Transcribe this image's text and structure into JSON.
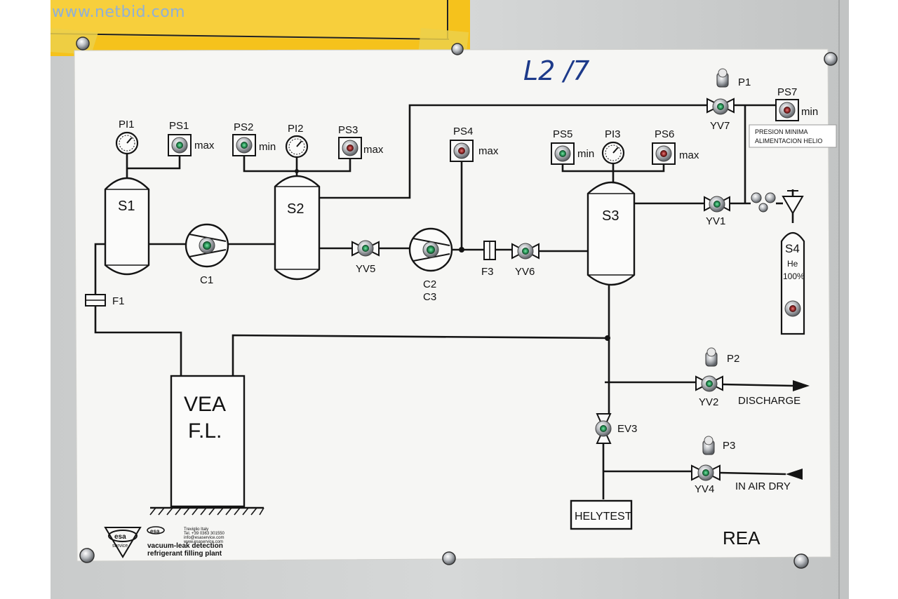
{
  "watermark": "www.netbid.com",
  "handwritten_note": "L2 /7",
  "labels": {
    "pi1": "PI1",
    "ps1": "PS1",
    "ps1_limit": "max",
    "ps2": "PS2",
    "ps2_limit": "min",
    "pi2": "PI2",
    "ps3": "PS3",
    "ps3_limit": "max",
    "ps4": "PS4",
    "ps4_limit": "max",
    "ps5": "PS5",
    "ps5_limit": "min",
    "pi3": "PI3",
    "ps6": "PS6",
    "ps6_limit": "max",
    "p1": "P1",
    "ps7": "PS7",
    "ps7_limit": "min",
    "yv7": "YV7",
    "yv1": "YV1",
    "yv5": "YV5",
    "yv6": "YV6",
    "yv2": "YV2",
    "yv4": "YV4",
    "s1": "S1",
    "s2": "S2",
    "s3": "S3",
    "c1": "C1",
    "c2": "C2",
    "c3": "C3",
    "f1": "F1",
    "f3": "F3",
    "s4": "S4",
    "s4_gas": "He",
    "s4_pct": "100%",
    "vea_line1": "VEA",
    "vea_line2": "F.L.",
    "ev3": "EV3",
    "p2": "P2",
    "p3": "P3",
    "discharge": "DISCHARGE",
    "in_air_dry": "IN AIR DRY",
    "helytest": "HELYTEST",
    "rea": "REA"
  },
  "helio_tag": {
    "line1": "PRESION MINIMA",
    "line2": "ALIMENTACION HELIO"
  },
  "footer": {
    "brand_logo_text": "esa",
    "brand_logo_sub": "service",
    "address": [
      "Treviglio Italy",
      "Tel. +39 0363 301550",
      "info@esaservice.com",
      "www.esaservice.com"
    ],
    "tagline1": "vacuum-leak detection",
    "tagline2": "refrigerant filling plant"
  },
  "colors": {
    "panel_bg": "#cfd1d1",
    "plate": "#f6f6f4",
    "line": "#141414",
    "yellow_label": "#f5c21c",
    "ink_blue": "#1d3a8a",
    "lamp_green": "#2a9a5a",
    "lamp_red": "#9a2a2a"
  }
}
